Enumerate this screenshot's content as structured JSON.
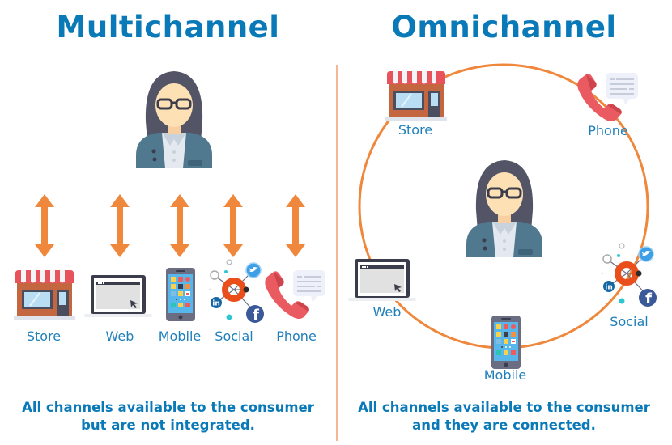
{
  "multichannel": {
    "title": "Multichannel",
    "channels": [
      {
        "label": "Store",
        "icon": "store-icon"
      },
      {
        "label": "Web",
        "icon": "laptop-icon"
      },
      {
        "label": "Mobile",
        "icon": "smartphone-icon"
      },
      {
        "label": "Social",
        "icon": "social-network-icon"
      },
      {
        "label": "Phone",
        "icon": "phone-icon"
      }
    ],
    "connector": "double-arrow-icon",
    "caption_line1": "All channels available to the consumer",
    "caption_line2": "but are not integrated."
  },
  "omnichannel": {
    "title": "Omnichannel",
    "channels": [
      {
        "label": "Store",
        "icon": "store-icon"
      },
      {
        "label": "Phone",
        "icon": "phone-icon"
      },
      {
        "label": "Web",
        "icon": "laptop-icon"
      },
      {
        "label": "Mobile",
        "icon": "smartphone-icon"
      },
      {
        "label": "Social",
        "icon": "social-network-icon"
      }
    ],
    "connector": "circle-ring",
    "caption_line1": "All channels available to the consumer",
    "caption_line2": "and they are connected."
  },
  "colors": {
    "title": "#0a79b8",
    "label": "#1f7fba",
    "accent_orange": "#ef873c",
    "divider": "#f4b896"
  }
}
